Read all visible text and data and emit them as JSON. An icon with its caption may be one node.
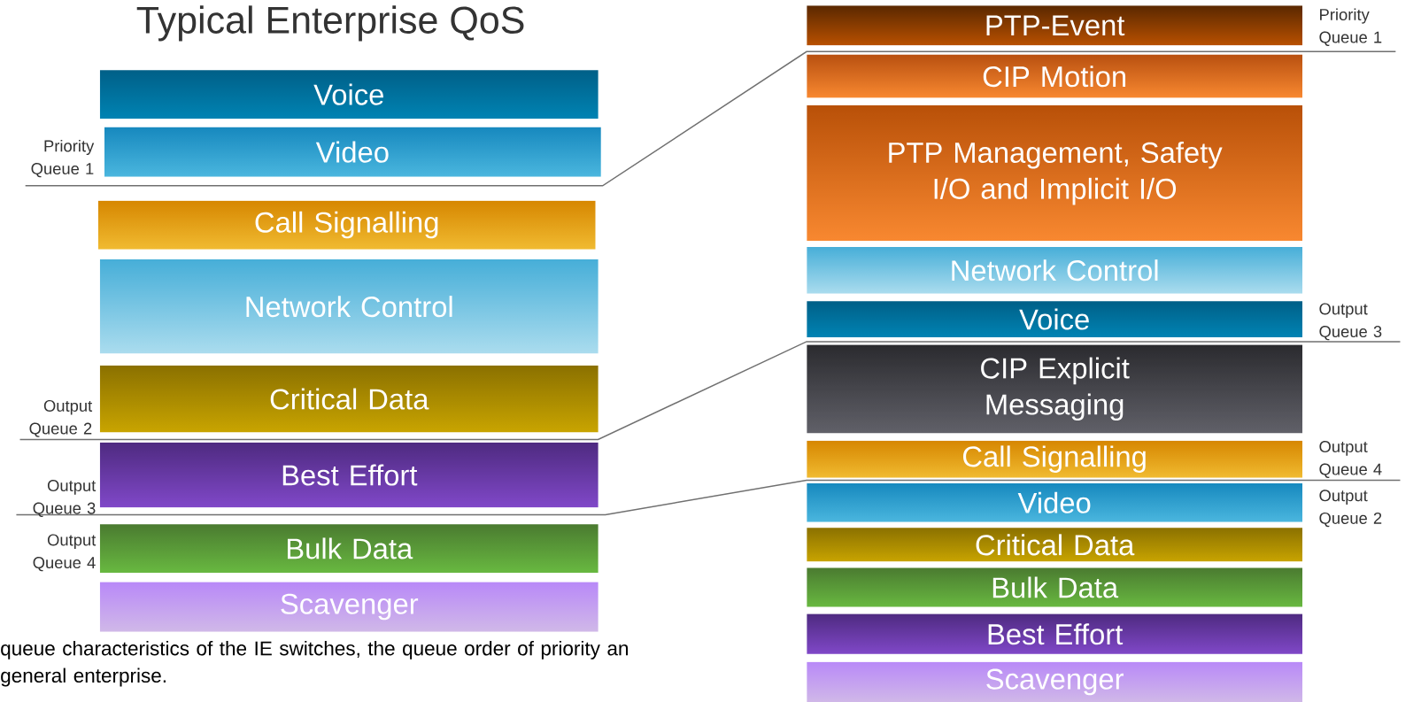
{
  "diagram": {
    "title": "Typical Enterprise QoS",
    "caption": "queue characteristics of the IE switches, the queue order of priority an general enterprise.",
    "nodes": [
      {
        "text": [
          "Voice"
        ]
      },
      {
        "text": [
          "Video"
        ]
      },
      {
        "text": [
          "Call Signalling"
        ]
      },
      {
        "text": [
          "Network Control"
        ]
      },
      {
        "text": [
          "Critical Data"
        ]
      },
      {
        "text": [
          "Best Effort"
        ]
      },
      {
        "text": [
          "Bulk Data"
        ]
      },
      {
        "text": [
          "Scavenger"
        ]
      },
      {
        "text": [
          "PTP-Event"
        ]
      },
      {
        "text": [
          "CIP Motion"
        ]
      },
      {
        "text": [
          "PTP Management, Safety I/O and Implicit I/O"
        ]
      },
      {
        "text": [
          "Network Control"
        ]
      },
      {
        "text": [
          "Voice"
        ]
      },
      {
        "text": [
          "CIP Explicit Messaging"
        ]
      },
      {
        "text": [
          "Call Signalling"
        ]
      },
      {
        "text": [
          "Video"
        ]
      },
      {
        "text": [
          "Critical Data"
        ]
      },
      {
        "text": [
          "Bulk Data"
        ]
      },
      {
        "text": [
          "Best Effort"
        ]
      },
      {
        "text": [
          "Scavenger"
        ]
      }
    ],
    "labels": [
      "Priority Queue 1",
      "Priority Queue 1",
      "Output Queue 3",
      "Output Queue 2",
      "Output Queue 4",
      "Output Queue 3",
      "Output Queue 2",
      "Output Queue 4"
    ]
  }
}
